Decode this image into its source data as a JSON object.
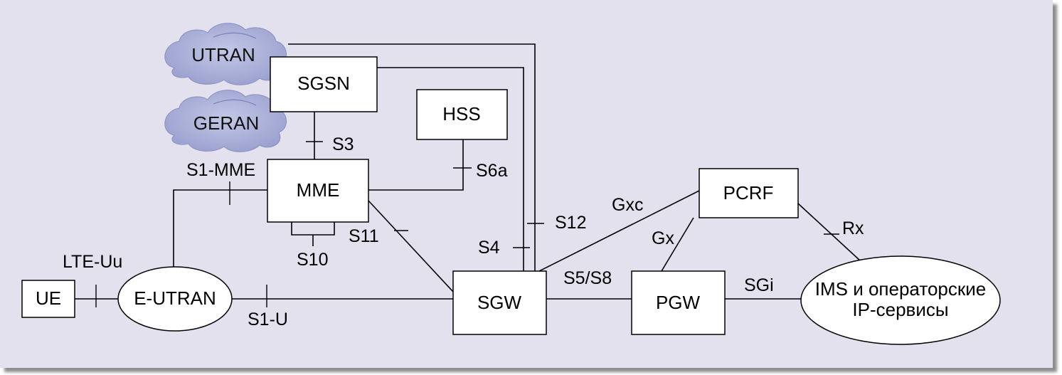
{
  "nodes": {
    "ue": "UE",
    "eutran": "E-UTRAN",
    "mme": "MME",
    "sgsn": "SGSN",
    "hss": "HSS",
    "sgw": "SGW",
    "pgw": "PGW",
    "pcrf": "PCRF",
    "ims_line1": "IMS и операторские",
    "ims_line2": "IP-сервисы"
  },
  "clouds": {
    "utran": "UTRAN",
    "geran": "GERAN"
  },
  "interfaces": {
    "lte_uu": "LTE-Uu",
    "s1_mme": "S1-MME",
    "s1_u": "S1-U",
    "s3": "S3",
    "s6a": "S6a",
    "s10": "S10",
    "s11": "S11",
    "s12": "S12",
    "s4": "S4",
    "gxc": "Gxc",
    "gx": "Gx",
    "rx": "Rx",
    "s5_s8": "S5/S8",
    "sgi": "SGi"
  },
  "colors": {
    "background": "#e4e1ee",
    "cloud_fill": "#aab0d6",
    "cloud_dark": "#8a8fc0",
    "box_fill": "#ffffff"
  }
}
